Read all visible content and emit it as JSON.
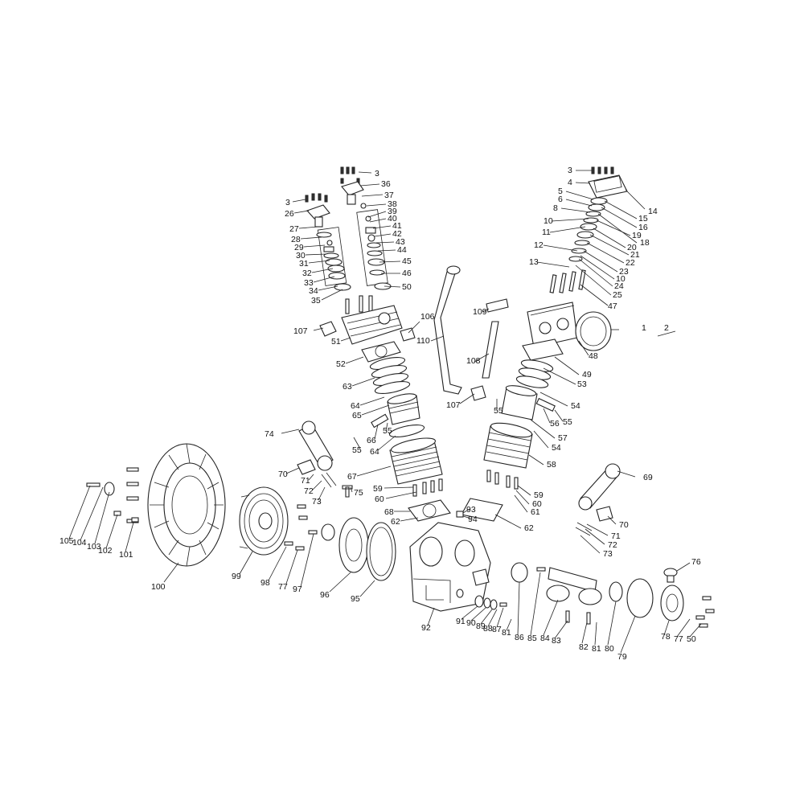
{
  "labels": [
    {
      "t": "3"
    },
    {
      "t": "36"
    },
    {
      "t": "3"
    },
    {
      "t": "26"
    },
    {
      "t": "37"
    },
    {
      "t": "38"
    },
    {
      "t": "39"
    },
    {
      "t": "40"
    },
    {
      "t": "27"
    },
    {
      "t": "41"
    },
    {
      "t": "42"
    },
    {
      "t": "28"
    },
    {
      "t": "43"
    },
    {
      "t": "29"
    },
    {
      "t": "44"
    },
    {
      "t": "30"
    },
    {
      "t": "31"
    },
    {
      "t": "45"
    },
    {
      "t": "32"
    },
    {
      "t": "46"
    },
    {
      "t": "33"
    },
    {
      "t": "34"
    },
    {
      "t": "50"
    },
    {
      "t": "35"
    },
    {
      "t": "107"
    },
    {
      "t": "51"
    },
    {
      "t": "106"
    },
    {
      "t": "52"
    },
    {
      "t": "110"
    },
    {
      "t": "63"
    },
    {
      "t": "64"
    },
    {
      "t": "65"
    },
    {
      "t": "66"
    },
    {
      "t": "55"
    },
    {
      "t": "55"
    },
    {
      "t": "64"
    },
    {
      "t": "74"
    },
    {
      "t": "67"
    },
    {
      "t": "70"
    },
    {
      "t": "71"
    },
    {
      "t": "72"
    },
    {
      "t": "73"
    },
    {
      "t": "75"
    },
    {
      "t": "59"
    },
    {
      "t": "60"
    },
    {
      "t": "68"
    },
    {
      "t": "62"
    },
    {
      "t": "3"
    },
    {
      "t": "4"
    },
    {
      "t": "14"
    },
    {
      "t": "5"
    },
    {
      "t": "6"
    },
    {
      "t": "8"
    },
    {
      "t": "10"
    },
    {
      "t": "11"
    },
    {
      "t": "15"
    },
    {
      "t": "16"
    },
    {
      "t": "18"
    },
    {
      "t": "19"
    },
    {
      "t": "20"
    },
    {
      "t": "21"
    },
    {
      "t": "12"
    },
    {
      "t": "22"
    },
    {
      "t": "13"
    },
    {
      "t": "23"
    },
    {
      "t": "10"
    },
    {
      "t": "24"
    },
    {
      "t": "25"
    },
    {
      "t": "47"
    },
    {
      "t": "109"
    },
    {
      "t": "1"
    },
    {
      "t": "2"
    },
    {
      "t": "48"
    },
    {
      "t": "108"
    },
    {
      "t": "49"
    },
    {
      "t": "53"
    },
    {
      "t": "107"
    },
    {
      "t": "55"
    },
    {
      "t": "54"
    },
    {
      "t": "56"
    },
    {
      "t": "55"
    },
    {
      "t": "57"
    },
    {
      "t": "54"
    },
    {
      "t": "58"
    },
    {
      "t": "69"
    },
    {
      "t": "59"
    },
    {
      "t": "60"
    },
    {
      "t": "61"
    },
    {
      "t": "62"
    },
    {
      "t": "70"
    },
    {
      "t": "71"
    },
    {
      "t": "72"
    },
    {
      "t": "73"
    },
    {
      "t": "93"
    },
    {
      "t": "94"
    },
    {
      "t": "76"
    },
    {
      "t": "105"
    },
    {
      "t": "104"
    },
    {
      "t": "103"
    },
    {
      "t": "102"
    },
    {
      "t": "101"
    },
    {
      "t": "100"
    },
    {
      "t": "99"
    },
    {
      "t": "98"
    },
    {
      "t": "77"
    },
    {
      "t": "97"
    },
    {
      "t": "96"
    },
    {
      "t": "95"
    },
    {
      "t": "92"
    },
    {
      "t": "91"
    },
    {
      "t": "90"
    },
    {
      "t": "89"
    },
    {
      "t": "88"
    },
    {
      "t": "87"
    },
    {
      "t": "81"
    },
    {
      "t": "86"
    },
    {
      "t": "85"
    },
    {
      "t": "84"
    },
    {
      "t": "83"
    },
    {
      "t": "82"
    },
    {
      "t": "81"
    },
    {
      "t": "80"
    },
    {
      "t": "79"
    },
    {
      "t": "78"
    },
    {
      "t": "77"
    },
    {
      "t": "50"
    }
  ]
}
